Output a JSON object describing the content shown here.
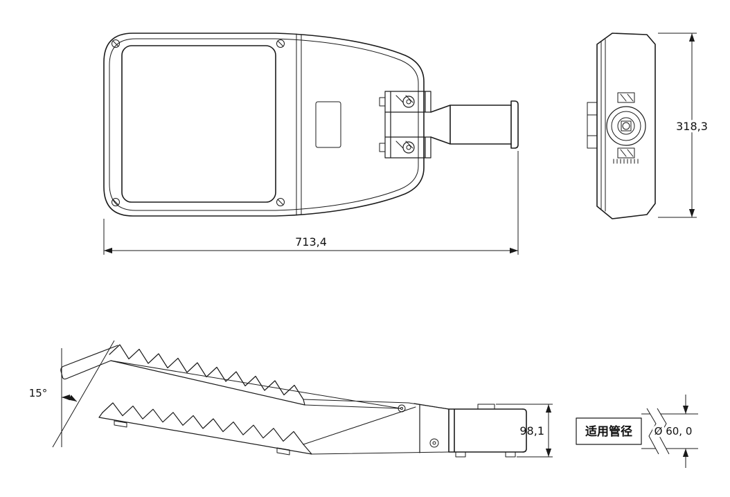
{
  "dimensions": {
    "overall_length": "713,4",
    "overall_width": "318,3",
    "mount_height": "98,1",
    "tilt_angle": "15°",
    "pipe_diameter": "Ø 60, 0"
  },
  "labels": {
    "pipe_spec": "适用管径"
  },
  "colors": {
    "line": "#1a1a1a",
    "background": "#ffffff"
  }
}
